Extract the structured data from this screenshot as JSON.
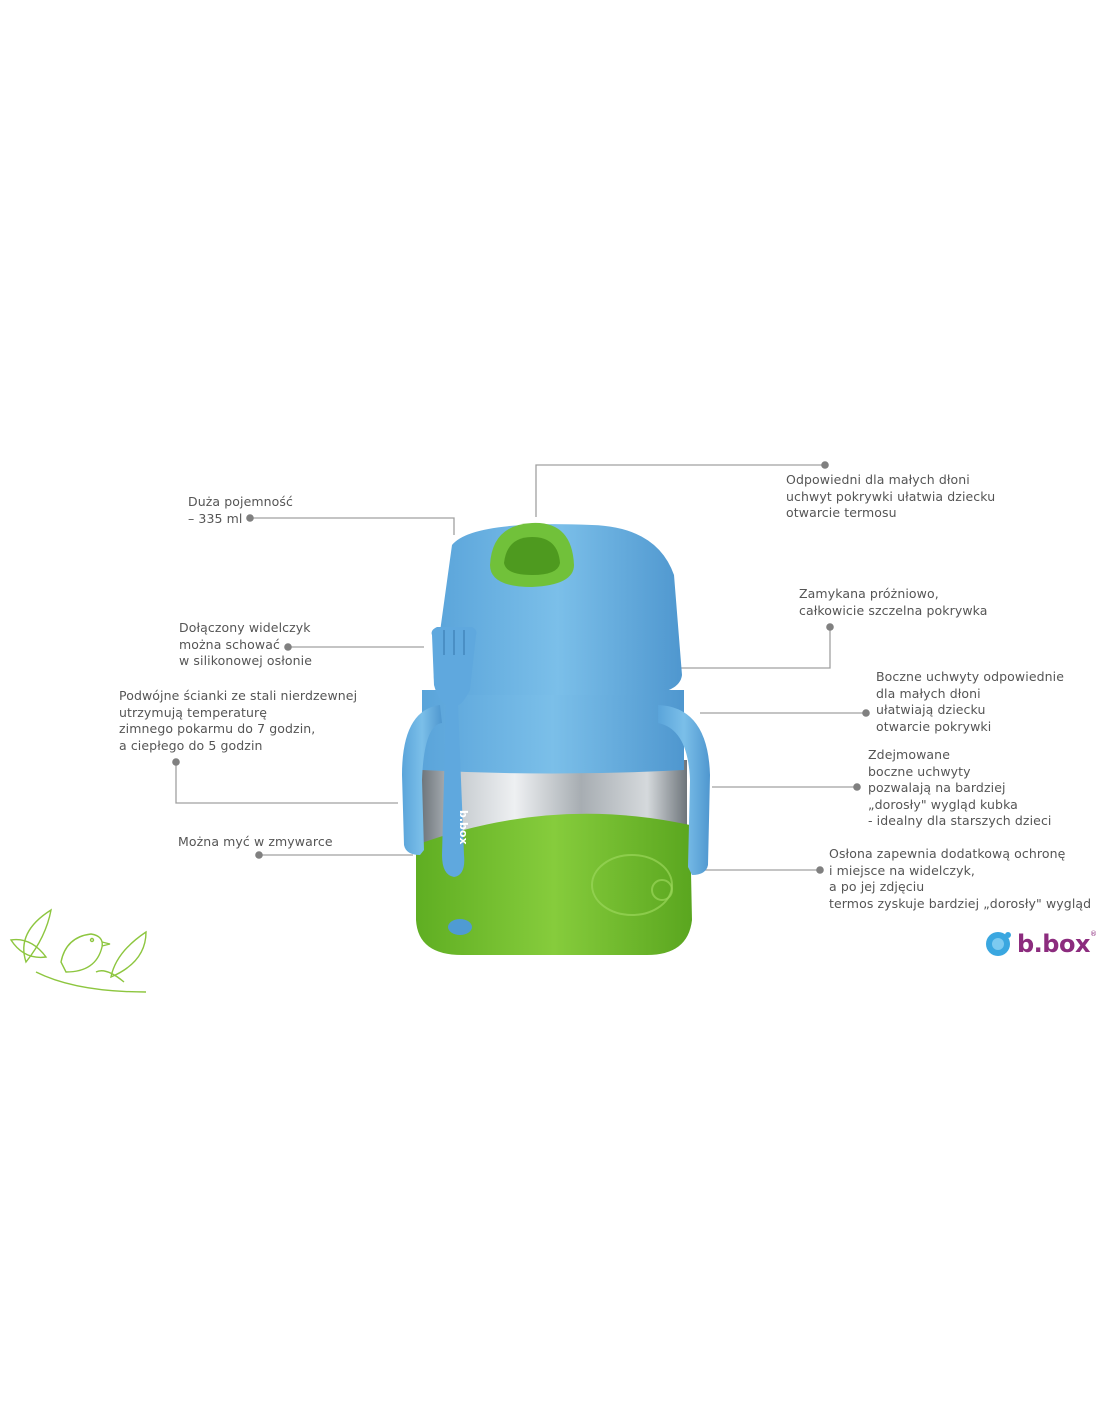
{
  "callouts": [
    {
      "id": "capacity",
      "text": "Duża pojemność\n– 335 ml"
    },
    {
      "id": "handle",
      "text": "Odpowiedni dla małych dłoni\nuchwyt pokrywki ułatwia dziecku\notwarcie termosu"
    },
    {
      "id": "fork",
      "text": "Dołączony widelczyk\nmożna schować\nw silikonowej osłonie"
    },
    {
      "id": "vacuum",
      "text": "Zamykana próżniowo,\ncałkowicie szczelna pokrywka"
    },
    {
      "id": "side_handles",
      "text": "Boczne uchwyty odpowiednie\ndla małych dłoni\nułatwiają dziecku\notwarcie pokrywki"
    },
    {
      "id": "walls",
      "text": "Podwójne ścianki ze stali nierdzewnej\nutrzymują temperaturę\nzimnego pokarmu do 7 godzin,\na ciepłego do 5 godzin"
    },
    {
      "id": "removable",
      "text": "Zdejmowane\nboczne uchwyty\npozwalają na bardziej\n„dorosły\" wygląd kubka\n -  idealny dla starszych dzieci"
    },
    {
      "id": "dishwasher",
      "text": "Można myć w zmywarce"
    },
    {
      "id": "sleeve",
      "text": "Osłona zapewnia dodatkową ochronę\n i miejsce na widelczyk,\na po jej zdjęciu\ntermos zyskuje bardziej „dorosły\" wygląd"
    }
  ],
  "product": {
    "fork_brand": "b.box",
    "colors": {
      "lid": "#6fb6e6",
      "lid_dark": "#4f9bd3",
      "sleeve": "#7cc635",
      "sleeve_dark": "#5aa81e",
      "steel": "#b7bcc0"
    }
  },
  "logo": {
    "text": "b.box",
    "trademark": "®"
  },
  "colors": {
    "line": "#999999",
    "dot": "#777777",
    "text": "#555555",
    "logo_purple": "#8c2c7e",
    "logo_blue": "#3aa7e0",
    "bird": "#8dc63f"
  }
}
